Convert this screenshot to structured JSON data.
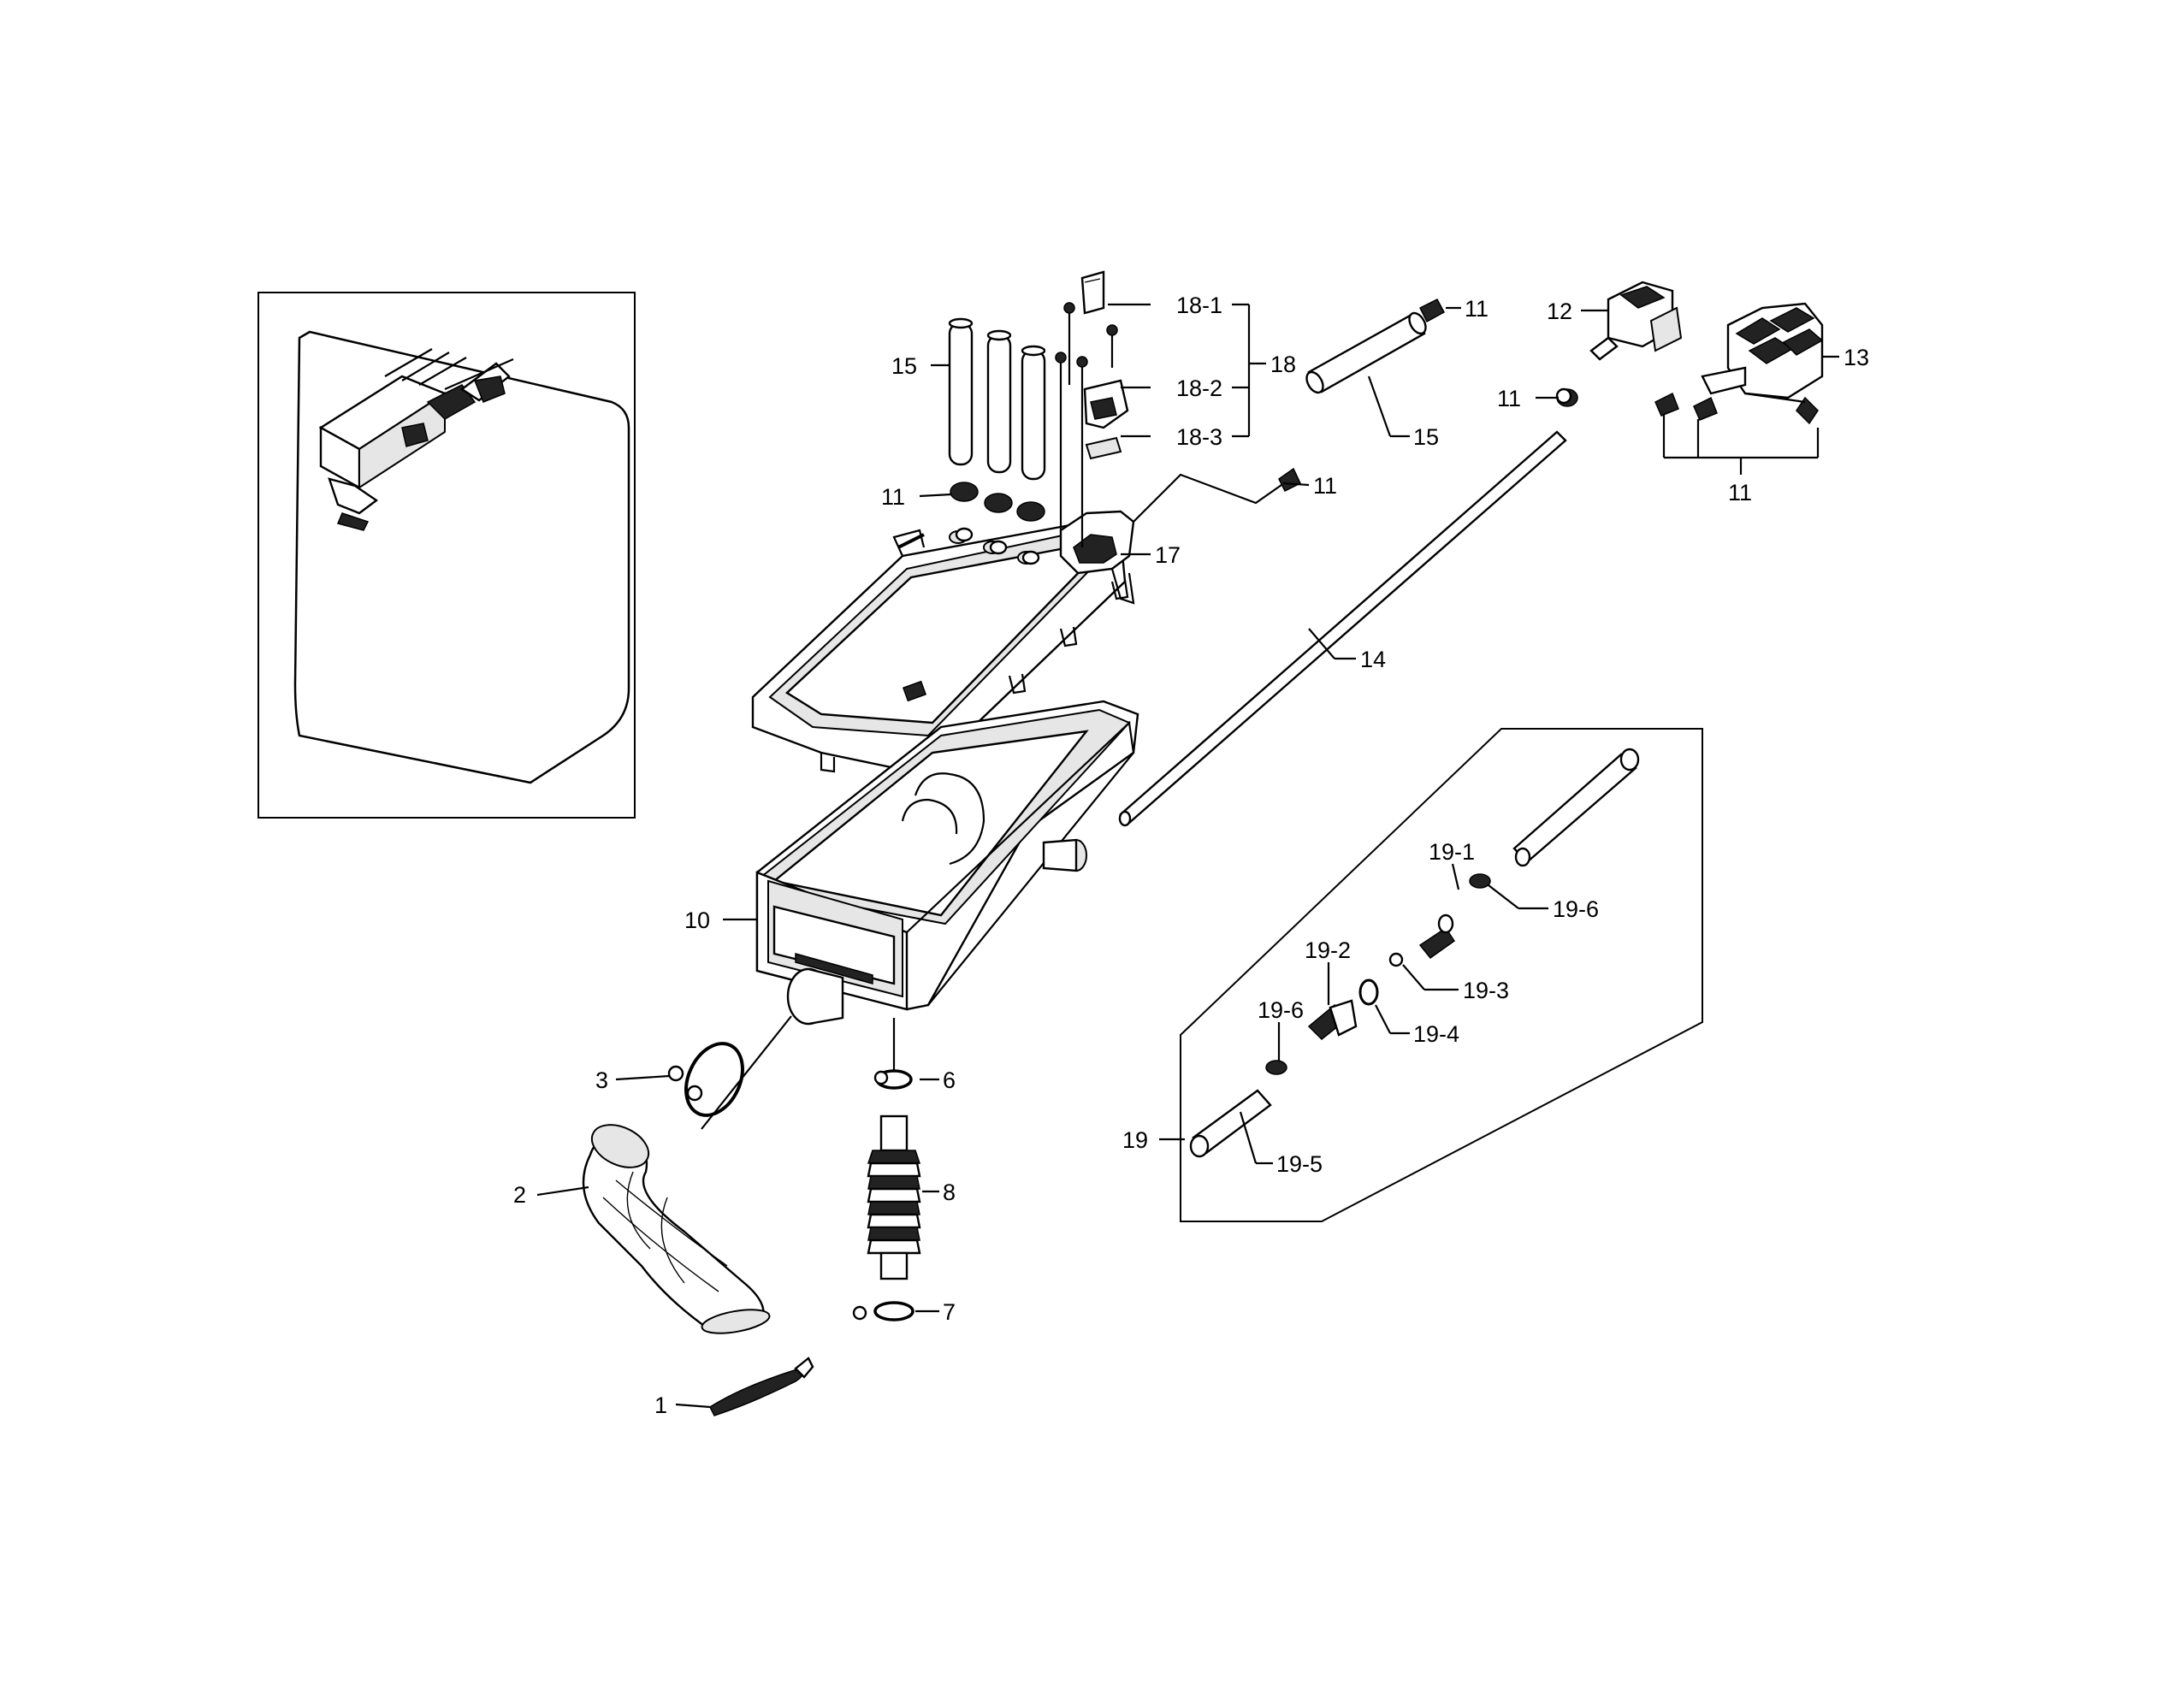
{
  "diagram": {
    "callouts": {
      "c1": "1",
      "c2": "2",
      "c3": "3",
      "c6": "6",
      "c7": "7",
      "c8": "8",
      "c10": "10",
      "c11a": "11",
      "c11b": "11",
      "c11c": "11",
      "c11d": "11",
      "c11e": "11",
      "c12": "12",
      "c13": "13",
      "c14": "14",
      "c15a": "15",
      "c15b": "15",
      "c17": "17",
      "c18": "18",
      "c18_1": "18-1",
      "c18_2": "18-2",
      "c18_3": "18-3",
      "c19": "19",
      "c19_1": "19-1",
      "c19_2": "19-2",
      "c19_3": "19-3",
      "c19_4": "19-4",
      "c19_5": "19-5",
      "c19_6a": "19-6",
      "c19_6b": "19-6"
    }
  }
}
